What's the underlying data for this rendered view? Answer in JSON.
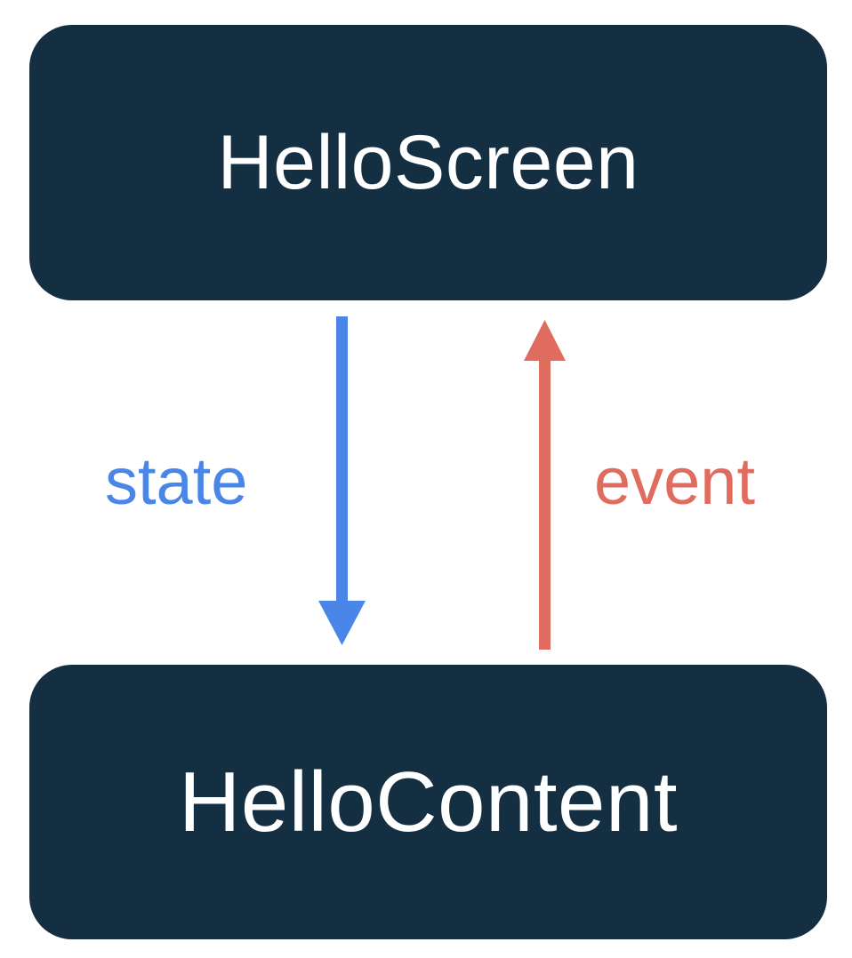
{
  "diagram": {
    "type": "state-event-flow",
    "background_color": "#ffffff",
    "nodes": [
      {
        "id": "hello-screen",
        "label": "HelloScreen",
        "fill_color": "#152f42",
        "text_color": "#ffffff"
      },
      {
        "id": "hello-content",
        "label": "HelloContent",
        "fill_color": "#152f42",
        "text_color": "#ffffff"
      }
    ],
    "edges": [
      {
        "id": "state-edge",
        "label": "state",
        "color": "#4a86e8",
        "from": "HelloScreen",
        "to": "HelloContent",
        "direction": "down"
      },
      {
        "id": "event-edge",
        "label": "event",
        "color": "#e06c60",
        "from": "HelloContent",
        "to": "HelloScreen",
        "direction": "up"
      }
    ]
  }
}
